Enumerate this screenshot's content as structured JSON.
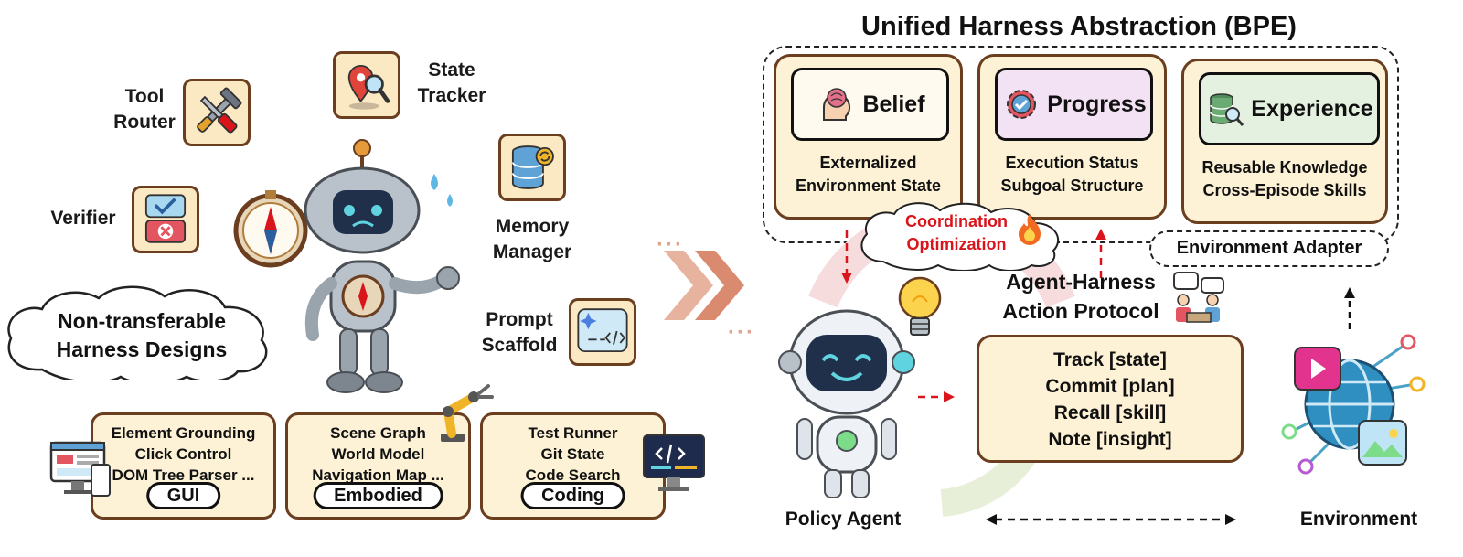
{
  "title": "Unified Harness Abstraction (BPE)",
  "left": {
    "components": {
      "tool_router": [
        "Tool",
        "Router"
      ],
      "state_tracker": [
        "State",
        "Tracker"
      ],
      "verifier": "Verifier",
      "memory_manager": [
        "Memory",
        "Manager"
      ],
      "prompt_scaffold": [
        "Prompt",
        "Scaffold"
      ]
    },
    "cloud": [
      "Non-transferable",
      "Harness Designs"
    ],
    "domains": [
      {
        "name": "GUI",
        "items": [
          "Element Grounding",
          "Click Control",
          "DOM Tree Parser ..."
        ]
      },
      {
        "name": "Embodied",
        "items": [
          "Scene Graph",
          "World Model",
          "Navigation Map ..."
        ]
      },
      {
        "name": "Coding",
        "items": [
          "Test Runner",
          "Git State",
          "Code Search"
        ]
      }
    ]
  },
  "right": {
    "cards": [
      {
        "name": "Belief",
        "desc": [
          "Externalized",
          "Environment State"
        ]
      },
      {
        "name": "Progress",
        "desc": [
          "Execution Status",
          "Subgoal Structure"
        ]
      },
      {
        "name": "Experience",
        "desc": [
          "Reusable Knowledge",
          "Cross-Episode Skills"
        ]
      }
    ],
    "coordination": [
      "Coordination",
      "Optimization"
    ],
    "environment_adapter": "Environment Adapter",
    "protocol": [
      "Agent-Harness",
      "Action Protocol"
    ],
    "actions": [
      "Track [state]",
      "Commit [plan]",
      "Recall [skill]",
      "Note [insight]"
    ],
    "policy_agent": "Policy Agent",
    "environment": "Environment"
  },
  "colors": {
    "box_fill": "#fdf2d6",
    "box_border": "#6b3e1f",
    "arrow_red": "#d9141b",
    "belief_head": "#fffaf0",
    "progress_head": "#f2e2f4",
    "experience_head": "#e4f1e0"
  }
}
